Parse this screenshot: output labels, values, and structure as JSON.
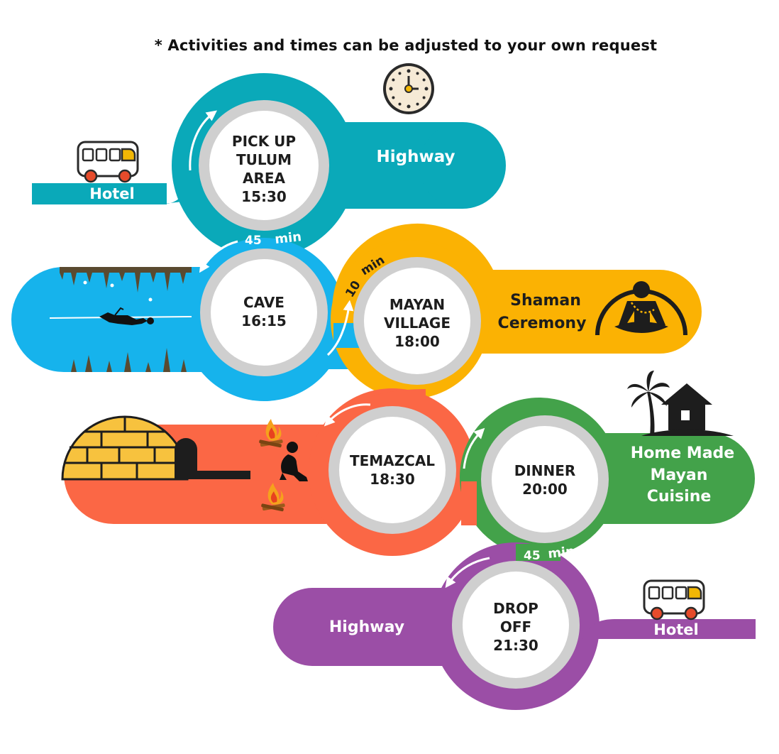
{
  "note": "* Activities and times can be adjusted to your own request",
  "stops": [
    {
      "lines": [
        "PICK UP",
        "TULUM",
        "AREA",
        "15:30"
      ]
    },
    {
      "lines": [
        "CAVE",
        "16:15"
      ]
    },
    {
      "lines": [
        "MAYAN",
        "VILLAGE",
        "18:00"
      ]
    },
    {
      "lines": [
        "TEMAZCAL",
        "18:30"
      ]
    },
    {
      "lines": [
        "DINNER",
        "20:00"
      ]
    },
    {
      "lines": [
        "DROP",
        "OFF",
        "21:30"
      ]
    }
  ],
  "labels": {
    "hotel_start": "Hotel",
    "highway_top": "Highway",
    "shaman_1": "Shaman",
    "shaman_2": "Ceremony",
    "cuisine_1": "Home Made",
    "cuisine_2": "Mayan",
    "cuisine_3": "Cuisine",
    "highway_bottom": "Highway",
    "hotel_end": "Hotel"
  },
  "durations": {
    "d1_num": "45",
    "d1_unit": "min",
    "d2_num": "10",
    "d2_unit": "min",
    "d3_num": "45",
    "d3_unit": "min"
  },
  "colors": {
    "teal": "#0aa9b9",
    "blue": "#16b3ec",
    "orange": "#fbb203",
    "coral": "#fb6745",
    "green": "#43a24a",
    "purple": "#9b4ea6",
    "ring": "#cfcfcf"
  },
  "icons": [
    "clock-icon",
    "bus-icon",
    "diver-icon",
    "meditation-icon",
    "igloo-icon",
    "campfire-icon",
    "kneeling-person-icon",
    "palm-tree-icon",
    "hut-icon"
  ]
}
